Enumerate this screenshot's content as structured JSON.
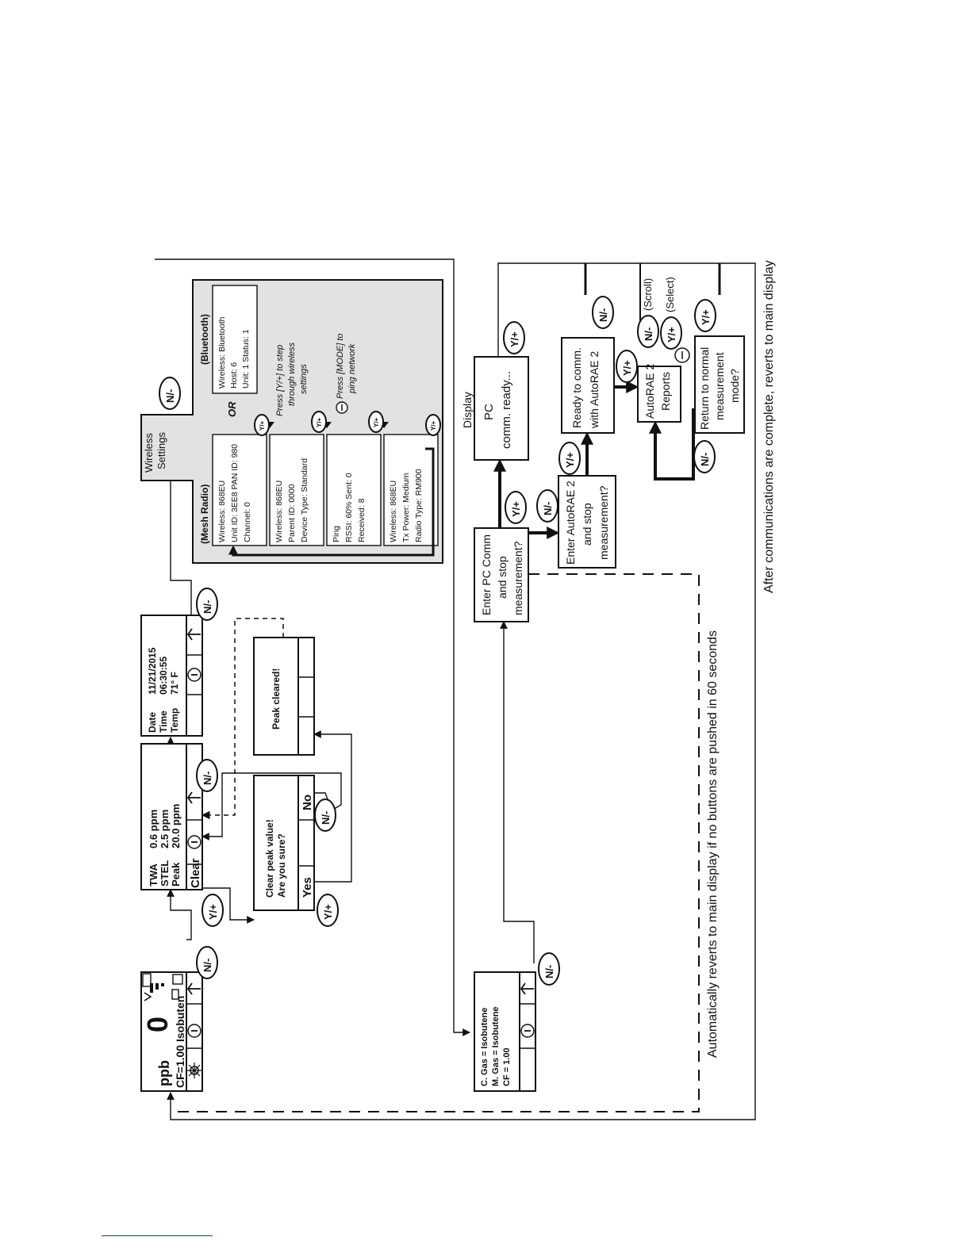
{
  "main_display": {
    "reading": "0",
    "unit": "ppb",
    "cf_line": "CF=1.00 Isobuten"
  },
  "twa_screen": {
    "rows": [
      {
        "label": "TWA",
        "value": "0.6 ppm"
      },
      {
        "label": "STEL",
        "value": "2.5 ppm"
      },
      {
        "label": "Peak",
        "value": "20.0 ppm"
      }
    ],
    "clear_label": "Clear"
  },
  "date_screen": {
    "rows": [
      {
        "label": "Date",
        "value": "11/21/2015"
      },
      {
        "label": "Time",
        "value": "06:30:55"
      },
      {
        "label": "Temp",
        "value": "71° F"
      }
    ]
  },
  "clear_confirm": {
    "line1": "Clear peak value!",
    "line2": "Are you sure?",
    "yes": "Yes",
    "no": "No"
  },
  "peak_cleared": "Peak cleared!",
  "wireless_tab": {
    "line1": "Wireless",
    "line2": "Settings"
  },
  "mesh_radio": {
    "heading": "(Mesh Radio)",
    "box1": [
      "Wireless: 868EU",
      "Unit ID: 3EE8  PAN ID: 980",
      "Channel: 0"
    ],
    "box2": [
      "Wireless: 868EU",
      "Parent ID: 0000",
      "Device Type: Standard"
    ],
    "box3": [
      "Ping",
      "RSSI: 60%   Sent: 0",
      "Received: 8"
    ],
    "box4": [
      "Wireless: 868EU",
      "Tx Power: Medium",
      "Radio Type: RM900"
    ]
  },
  "or_label": "OR",
  "bluetooth": {
    "heading": "(Bluetooth)",
    "lines": [
      "Wireless: Bluetooth",
      "Host: 6",
      "Unit: 1        Status: 1"
    ]
  },
  "notes": {
    "step_note": [
      "Press [Y/+] to step",
      "through wireless",
      "settings"
    ],
    "ping_note": [
      "Press [MODE] to",
      "ping network"
    ]
  },
  "gas_screen": {
    "lines": [
      "C. Gas =  Isobutene",
      "M. Gas = Isobutene",
      "CF = 1.00"
    ]
  },
  "flow": {
    "pc_comm": [
      "Enter PC Comm",
      "and stop",
      "measurement?"
    ],
    "display_label": "Display",
    "pc_ready": [
      "PC",
      "comm. ready..."
    ],
    "autorae_enter": [
      "Enter AutoRAE 2",
      "and stop",
      "measurement?"
    ],
    "autorae_ready": [
      "Ready to comm.",
      "with AutoRAE 2"
    ],
    "reports": [
      "AutoRAE 2",
      "Reports"
    ],
    "return": [
      "Return to normal",
      "measurement",
      "mode?"
    ],
    "scroll": "(Scroll)",
    "select": "(Select)"
  },
  "buttons": {
    "n": "N/-",
    "y": "Y/+",
    "y_small": "Y/+"
  },
  "captions": {
    "auto_revert": "Automatically reverts to main display if no buttons are pushed in 60 seconds",
    "after_comm": "After communications are complete, reverts to main display"
  }
}
